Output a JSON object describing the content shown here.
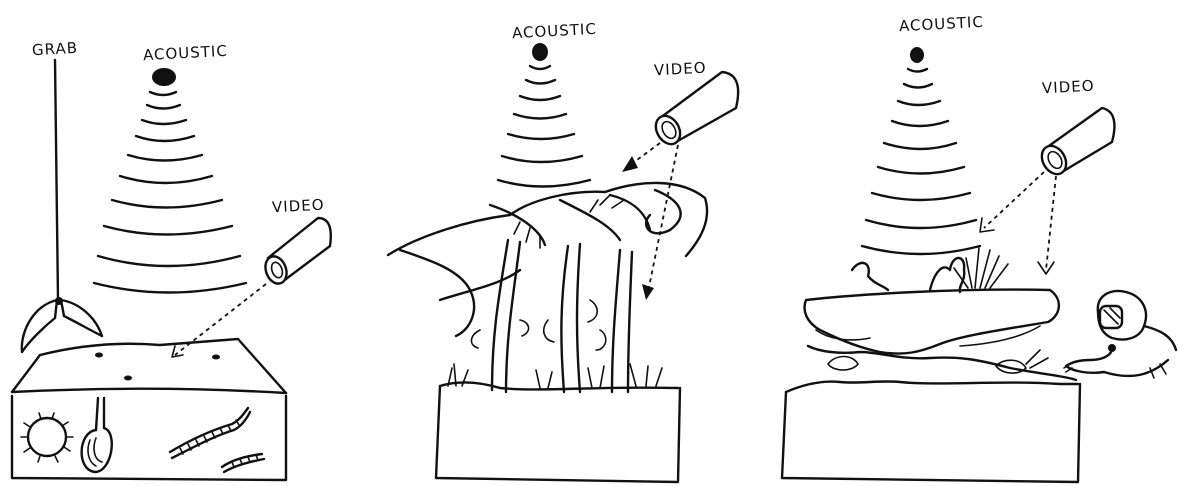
{
  "panels": [
    {
      "labels": {
        "grab": "GRAB",
        "acoustic": "ACOUSTIC",
        "video": "VIDEO"
      }
    },
    {
      "labels": {
        "acoustic": "ACOUSTIC",
        "video": "VIDEO"
      }
    },
    {
      "labels": {
        "acoustic": "ACOUSTIC",
        "video": "VIDEO"
      }
    }
  ]
}
